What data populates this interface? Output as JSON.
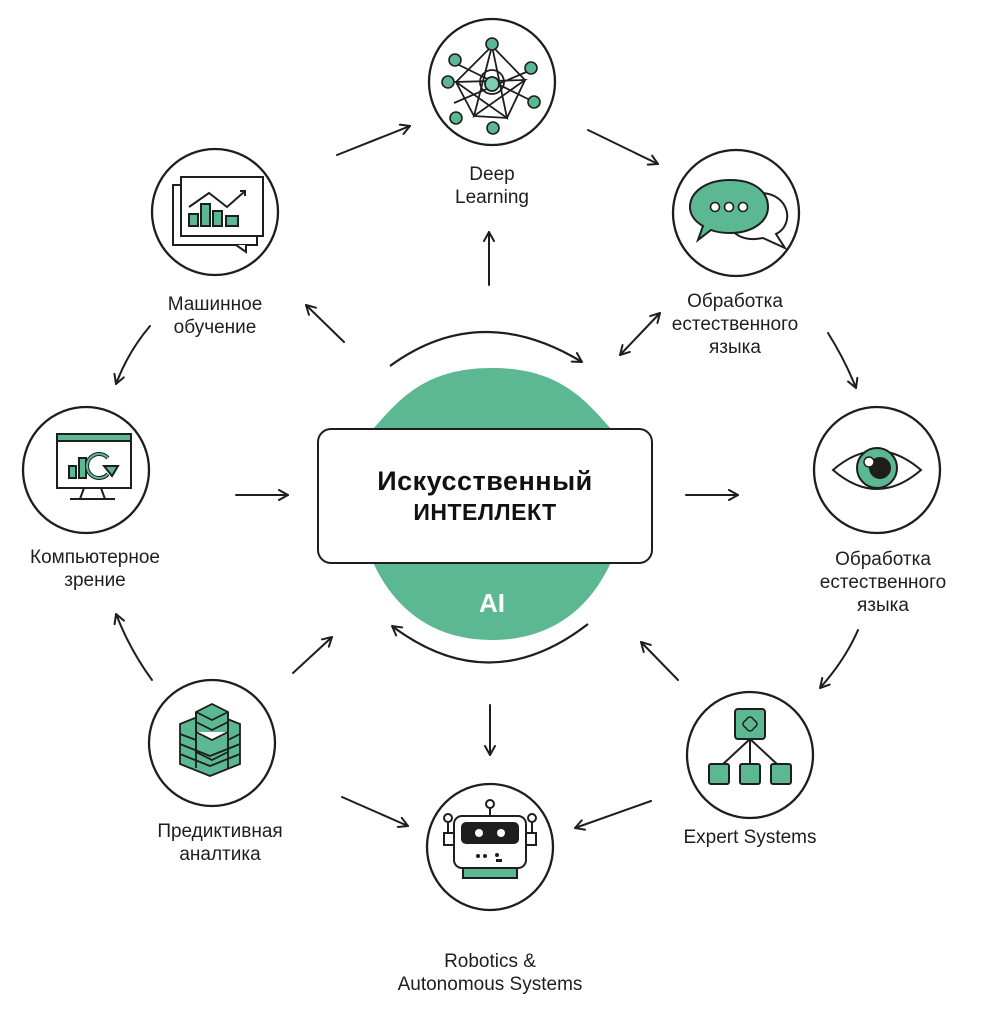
{
  "colors": {
    "accent": "#5bb892",
    "accent_light": "#7ecfae",
    "stroke": "#1e1e1e",
    "background": "#ffffff"
  },
  "center": {
    "title_line1": "Искусственный",
    "title_line2": "интеллект",
    "badge": "AI"
  },
  "nodes": [
    {
      "id": "deep-learning",
      "icon": "neural-network-icon",
      "line1": "Deep",
      "line2": "Learning",
      "line3": ""
    },
    {
      "id": "nlp-top",
      "icon": "chat-bubbles-icon",
      "line1": "Обработка",
      "line2": "естественного",
      "line3": "языка"
    },
    {
      "id": "nlp-eye",
      "icon": "eye-icon",
      "line1": "Обработка",
      "line2": "естественного",
      "line3": "языка"
    },
    {
      "id": "expert-systems",
      "icon": "hierarchy-icon",
      "line1": "Expert Systems",
      "line2": "",
      "line3": ""
    },
    {
      "id": "robotics",
      "icon": "robot-icon",
      "line1": "Robotics &",
      "line2": "Autonomous Systems",
      "line3": ""
    },
    {
      "id": "predictive-analytics",
      "icon": "layers-stack-icon",
      "line1": "Предиктивная",
      "line2": "аналтика",
      "line3": ""
    },
    {
      "id": "computer-vision",
      "icon": "monitor-chart-icon",
      "line1": "Компьютерное",
      "line2": "зрение",
      "line3": ""
    },
    {
      "id": "machine-learning",
      "icon": "chart-window-icon",
      "line1": "Машинное",
      "line2": "обучение",
      "line3": ""
    }
  ]
}
